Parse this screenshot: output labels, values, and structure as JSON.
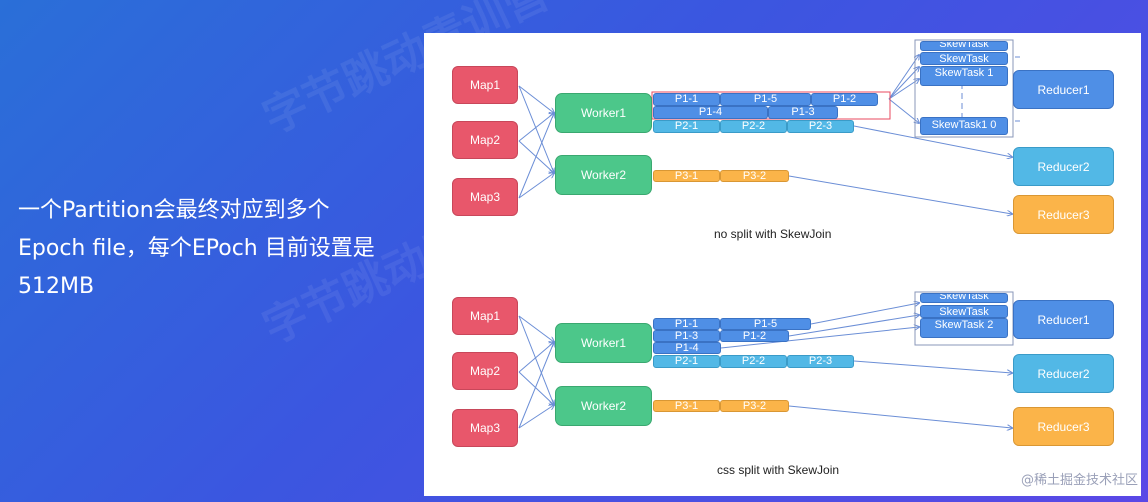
{
  "slide": {
    "text_line1": "一个Partition会最终对应到多个",
    "text_line2": "Epoch file，每个EPoch 目前设置是",
    "text_line3": "512MB",
    "footer": "@稀土掘金技术社区",
    "watermark": "字节跳动青训营"
  },
  "top": {
    "maps": [
      "Map1",
      "Map2",
      "Map3"
    ],
    "workers": [
      "Worker1",
      "Worker2"
    ],
    "row1": [
      "P1-1",
      "P1-5",
      "P1-2"
    ],
    "row2": [
      "P1-4",
      "P1-3"
    ],
    "row3": [
      "P2-1",
      "P2-2",
      "P2-3"
    ],
    "row4": [
      "P3-1",
      "P3-2"
    ],
    "skew": [
      "SkewTask",
      "SkewTask",
      "SkewTask 1",
      "SkewTask1 0"
    ],
    "reducers": [
      "Reducer1",
      "Reducer2",
      "Reducer3"
    ],
    "caption": "no split with SkewJoin"
  },
  "bottom": {
    "maps": [
      "Map1",
      "Map2",
      "Map3"
    ],
    "workers": [
      "Worker1",
      "Worker2"
    ],
    "row1": [
      "P1-1",
      "P1-5"
    ],
    "row2": [
      "P1-3",
      "P1-2"
    ],
    "row3": [
      "P1-4"
    ],
    "row4": [
      "P2-1",
      "P2-2",
      "P2-3"
    ],
    "row5": [
      "P3-1",
      "P3-2"
    ],
    "skew": [
      "SkewTask",
      "SkewTask",
      "SkewTask 2"
    ],
    "reducers": [
      "Reducer1",
      "Reducer2",
      "Reducer3"
    ],
    "caption": "css split with SkewJoin"
  },
  "colors": {
    "map": "#e8576b",
    "worker": "#4cc78a",
    "blue": "#4f8fe6",
    "cyan": "#52b8e6",
    "orange": "#fbb449",
    "line": "#6b8ed6",
    "highlight": "#e84a5f"
  }
}
